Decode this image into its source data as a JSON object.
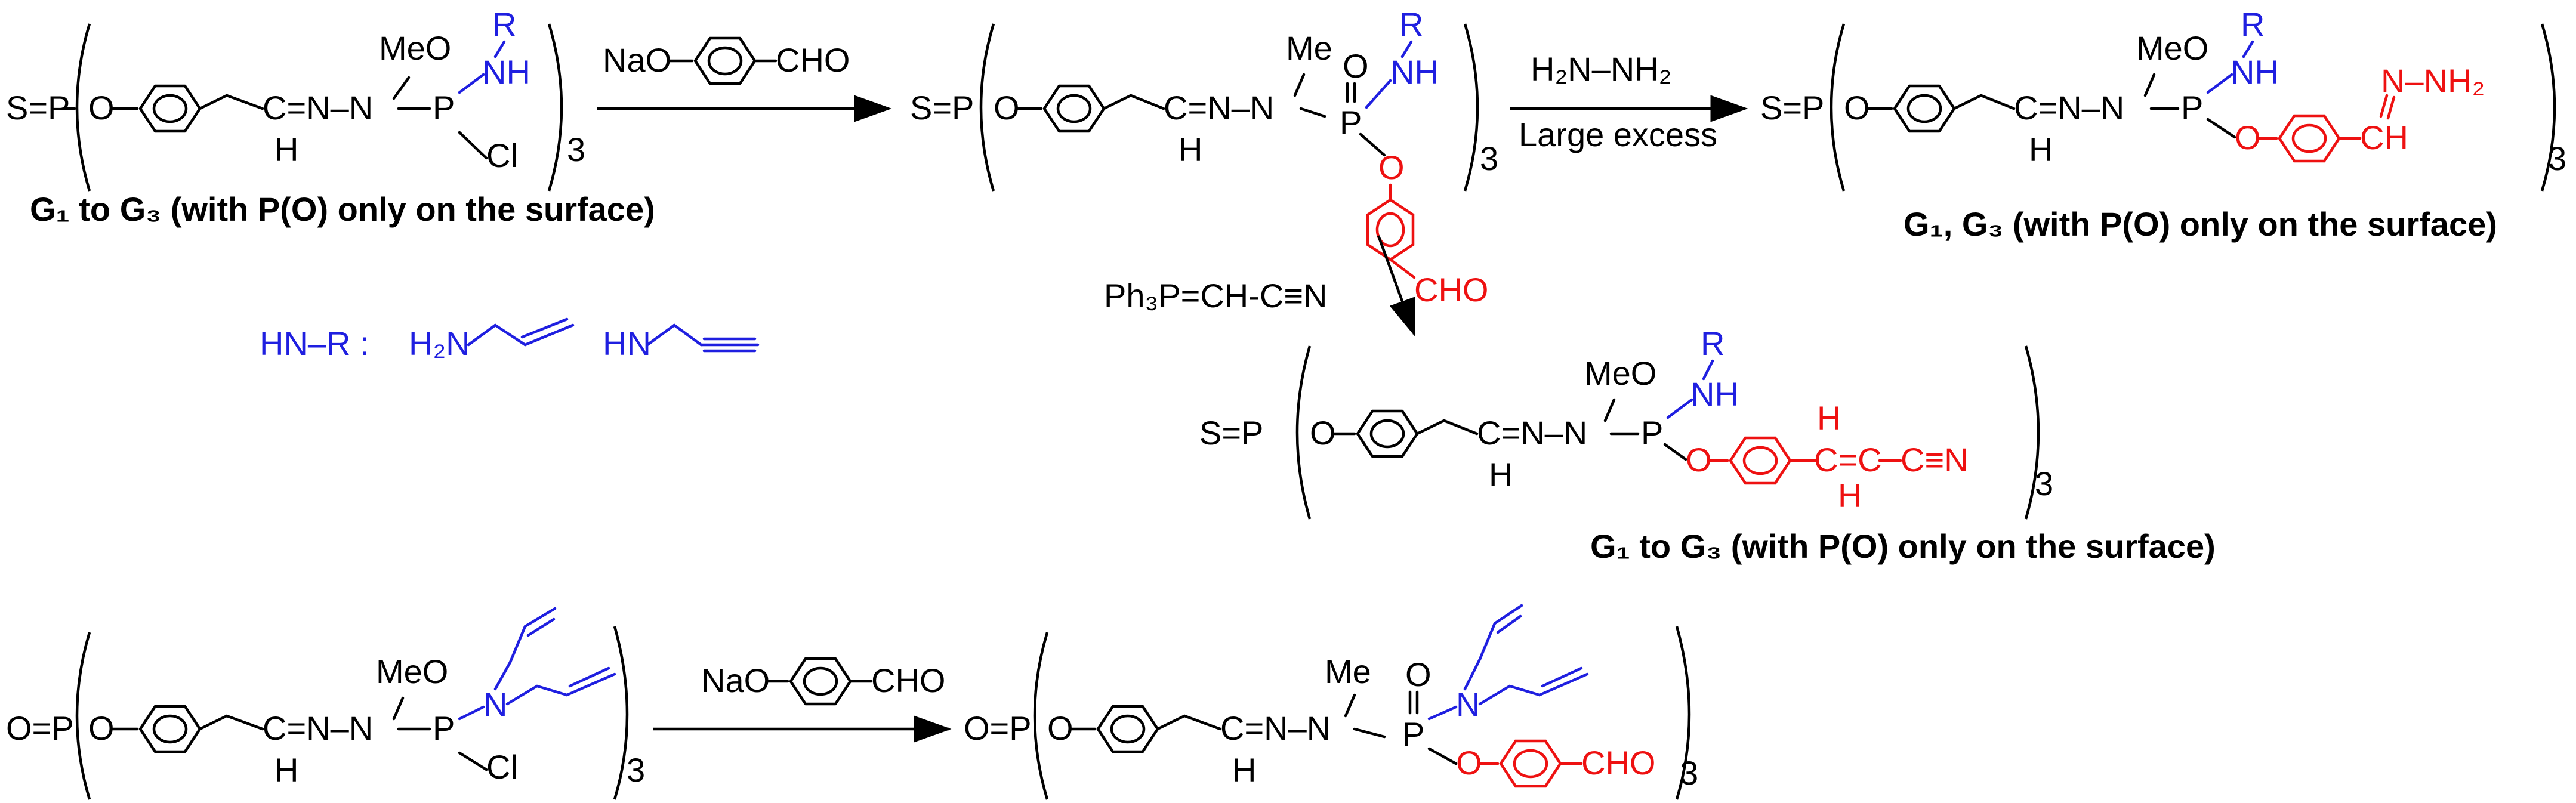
{
  "reagents": {
    "r1": "NaO",
    "r1_cho": "CHO",
    "r2_top": "H₂N–NH₂",
    "r2_bottom": "Large excess",
    "r3": "Ph₃P=CH-C≡N",
    "r4": "NaO",
    "r4_cho": "CHO"
  },
  "captions": {
    "c1": "G₁ to G₃ (with P(O) only on the surface)",
    "c2": "G₁, G₃ (with P(O) only on the surface)",
    "c3": "G₁ to G₃ (with P(O) only on the surface)"
  },
  "legend": {
    "label": "HN–R :",
    "allyl_amine": "H₂N",
    "propargyl_amine": "HN"
  },
  "atoms": {
    "core_s": "S=P",
    "core_o": "O=P",
    "O": "O",
    "C_eq": "C=N–N",
    "H": "H",
    "N": "N",
    "Me": "Me",
    "MeO": "MeO",
    "P": "P",
    "Cl": "Cl",
    "NH": "NH",
    "R": "R",
    "sub3": "3",
    "CHO": "CHO",
    "CH": "CH",
    "N_NH2": "N–NH₂",
    "CN": "C≡N",
    "HC": "H",
    "C_eqC": "C=C"
  },
  "colors": {
    "black": "#000000",
    "blue": "#1f1fe0",
    "red": "#ee1111"
  }
}
